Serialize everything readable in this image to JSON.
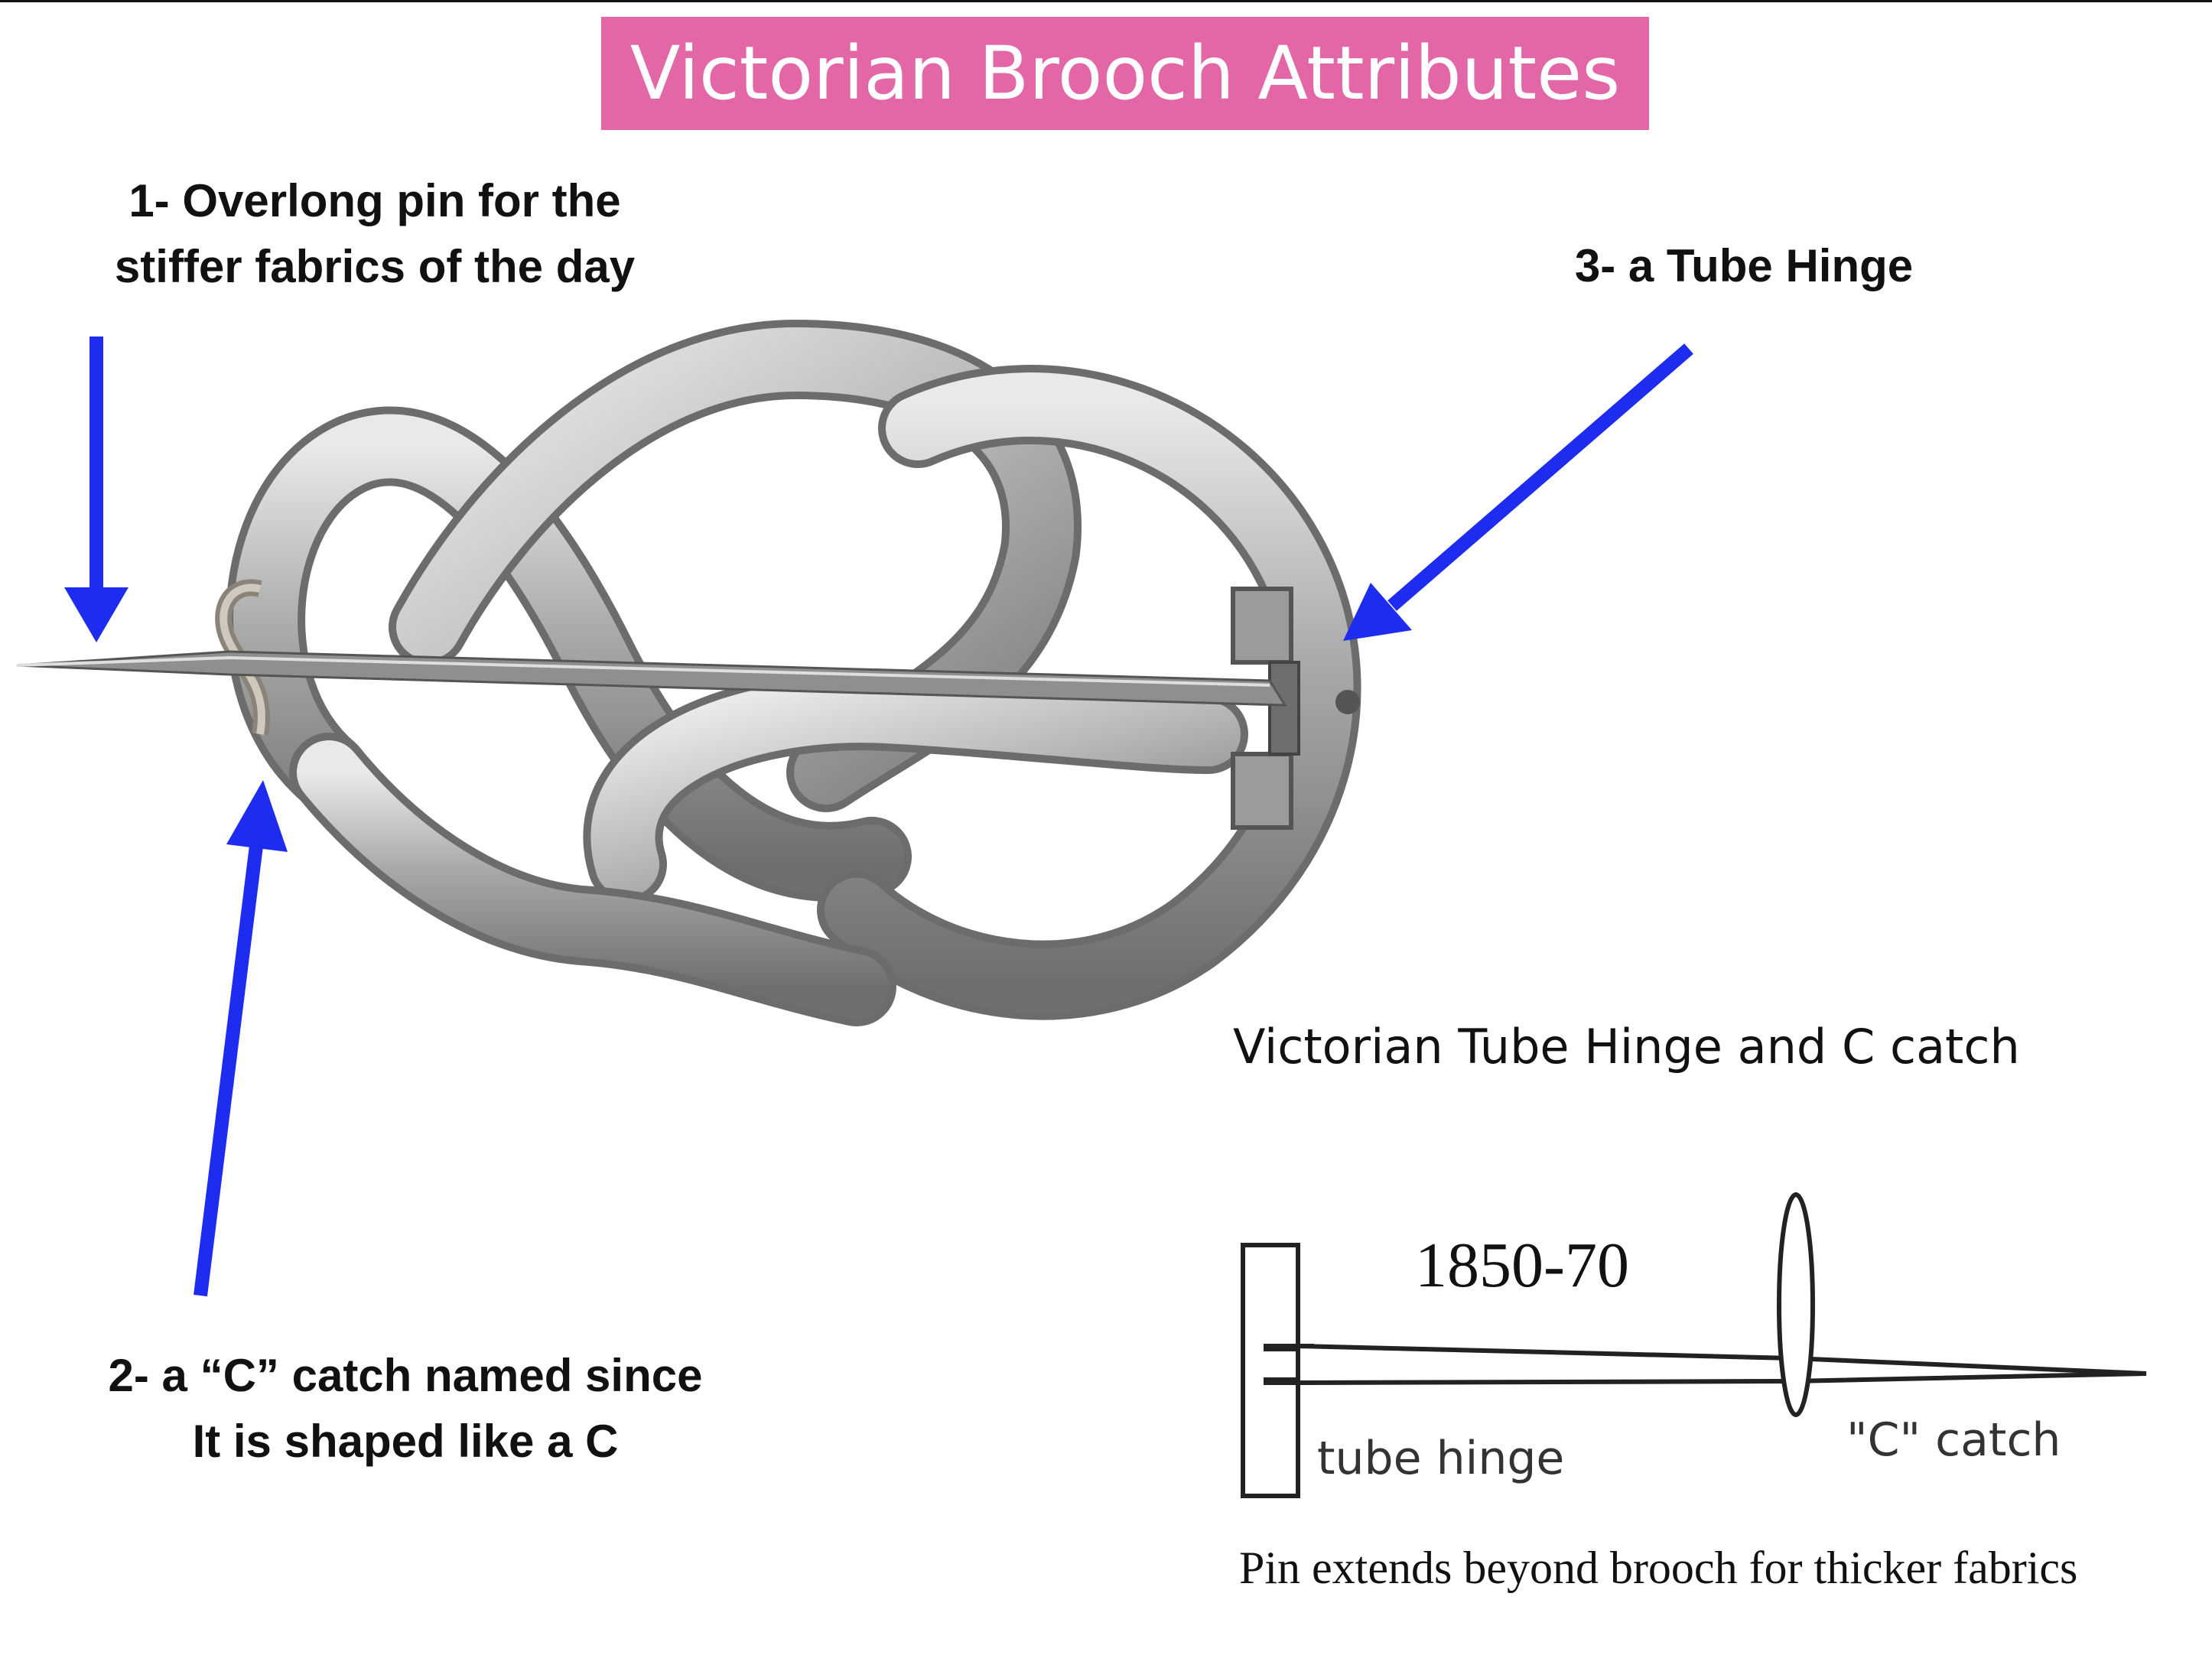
{
  "title": "Victorian Brooch Attributes",
  "annotations": {
    "pin": {
      "line1": "1- Overlong pin for the",
      "line2": "stiffer fabrics of the day"
    },
    "catch": {
      "line1": "2- a “C” catch named since",
      "line2": "It is shaped like a C"
    },
    "hinge": {
      "line1": "3- a Tube Hinge"
    }
  },
  "inset": {
    "title": "Victorian Tube Hinge and C catch",
    "date": "1850-70",
    "tube_label": "tube hinge",
    "catch_label": "\"C\" catch",
    "caption": "Pin extends beyond brooch for thicker fabrics"
  },
  "colors": {
    "title_bg": "#e366a6",
    "arrow": "#1e2cf0",
    "metal": "#b5b5b5"
  }
}
